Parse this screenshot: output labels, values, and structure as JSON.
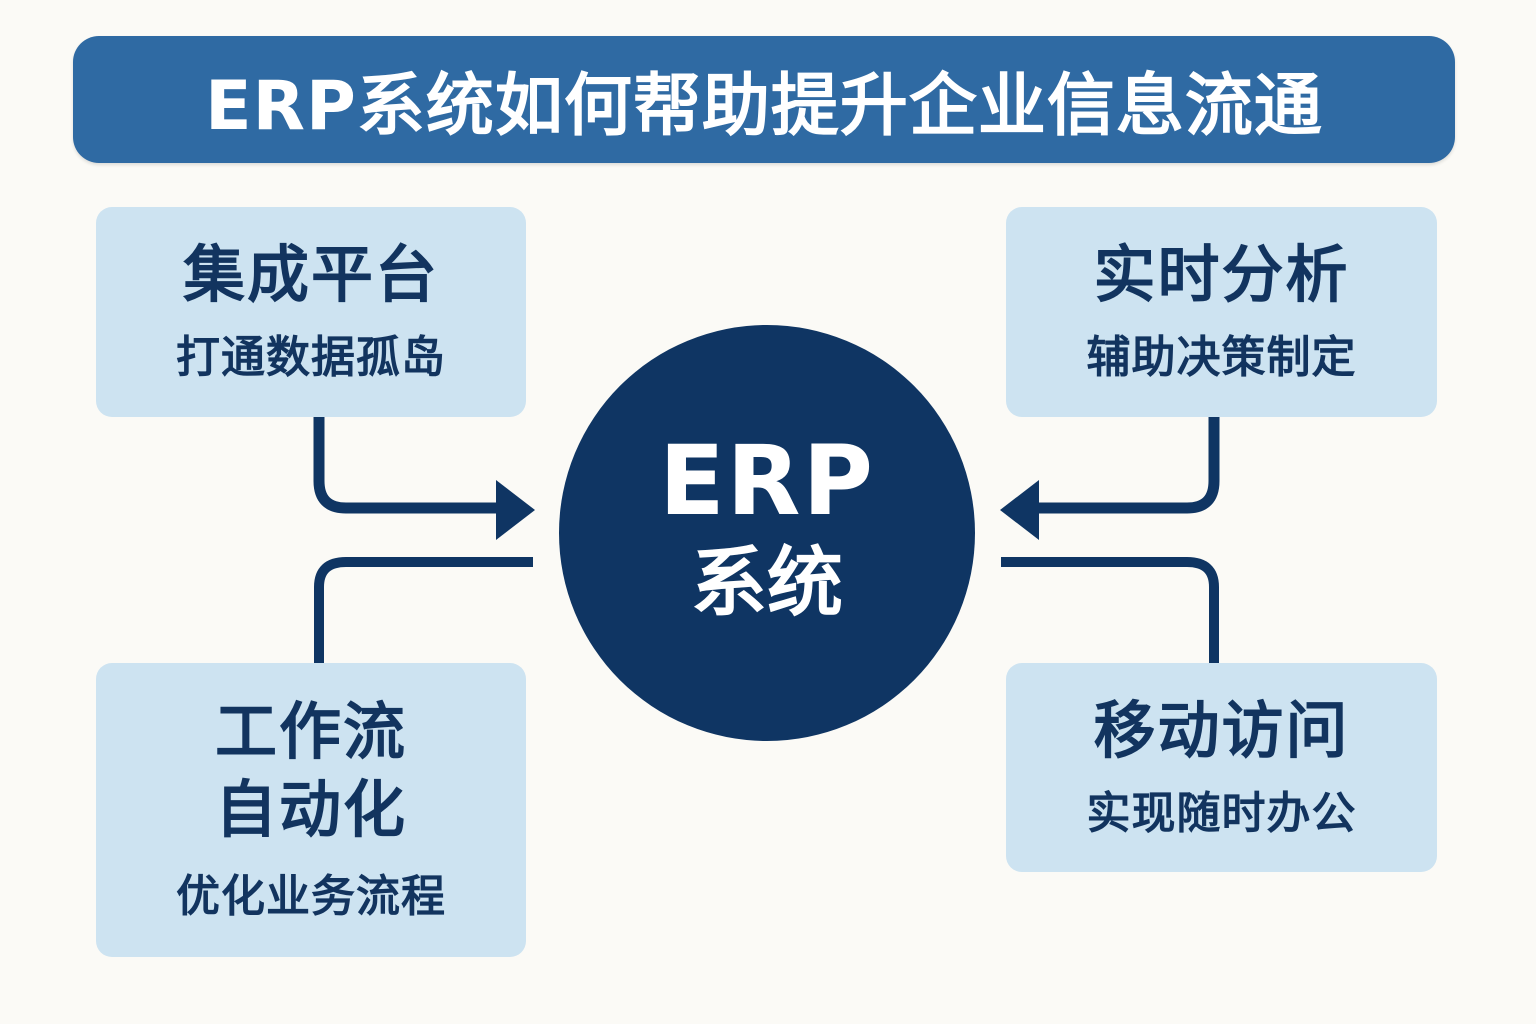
{
  "title": "ERP系统如何帮助提升企业信息流通",
  "hub": {
    "title": "ERP",
    "subtitle": "系统"
  },
  "cards": [
    {
      "position": "top-left",
      "title": "集成平台",
      "subtitle": "打通数据孤岛"
    },
    {
      "position": "top-right",
      "title": "实时分析",
      "subtitle": "辅助决策制定"
    },
    {
      "position": "bottom-left",
      "title_lines": [
        "工作流",
        "自动化"
      ],
      "subtitle": "优化业务流程"
    },
    {
      "position": "bottom-right",
      "title": "移动访问",
      "subtitle": "实现随时办公"
    }
  ],
  "connectors": [
    {
      "from": "集成平台",
      "to": "ERP系统",
      "arrow": true
    },
    {
      "from": "实时分析",
      "to": "ERP系统",
      "arrow": true
    },
    {
      "from": "工作流自动化",
      "to": "ERP系统",
      "arrow": false
    },
    {
      "from": "移动访问",
      "to": "ERP系统",
      "arrow": false
    }
  ],
  "colors": {
    "background": "#fbfaf6",
    "title_bar": "#2f6aa3",
    "card_fill": "#cde3f1",
    "navy": "#0f3563",
    "card_text": "#12345f"
  }
}
